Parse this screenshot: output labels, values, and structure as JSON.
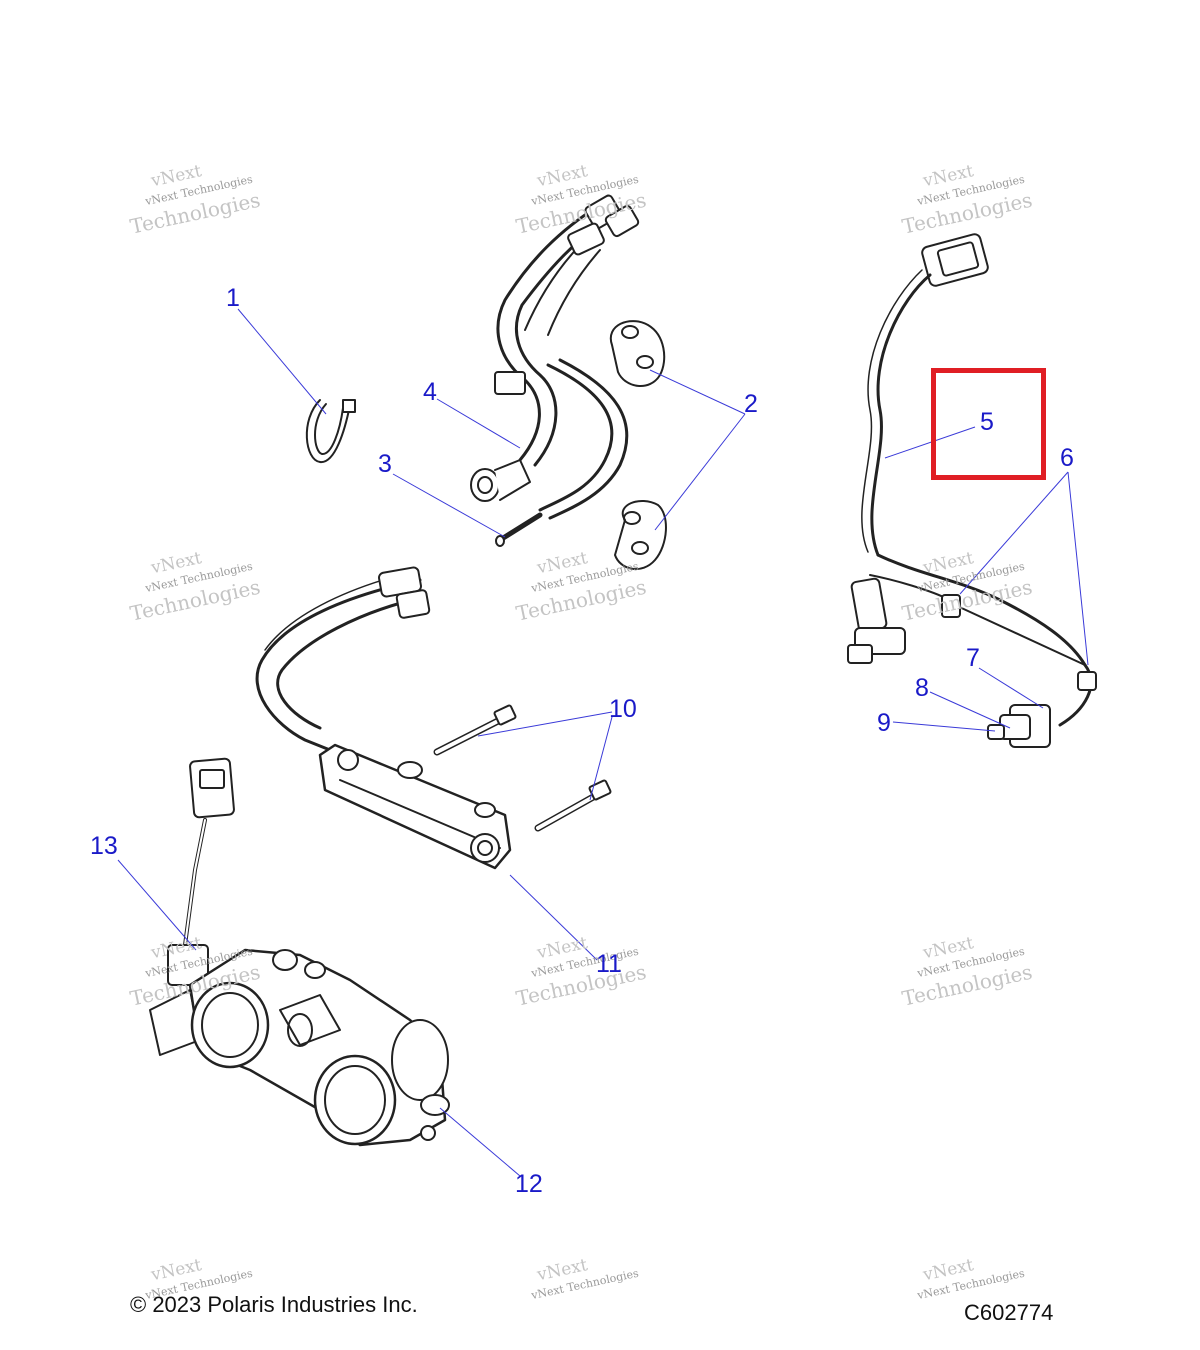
{
  "callouts": [
    {
      "id": "1",
      "text": "1"
    },
    {
      "id": "2",
      "text": "2"
    },
    {
      "id": "3",
      "text": "3"
    },
    {
      "id": "4",
      "text": "4"
    },
    {
      "id": "5",
      "text": "5"
    },
    {
      "id": "6",
      "text": "6"
    },
    {
      "id": "7",
      "text": "7"
    },
    {
      "id": "8",
      "text": "8"
    },
    {
      "id": "9",
      "text": "9"
    },
    {
      "id": "10",
      "text": "10"
    },
    {
      "id": "11",
      "text": "11"
    },
    {
      "id": "12",
      "text": "12"
    },
    {
      "id": "13",
      "text": "13"
    }
  ],
  "highlighted_callout": "5",
  "watermark": {
    "line1": "vNext",
    "line2": "vNext Technologies",
    "line3": "Technologies"
  },
  "footer": {
    "copyright": "© 2023 Polaris Industries Inc.",
    "drawing_id": "C602774"
  },
  "colors": {
    "callout": "#1a1ac8",
    "highlight": "#e01e24",
    "line_art": "#222222",
    "watermark": "#c4c4c4"
  }
}
